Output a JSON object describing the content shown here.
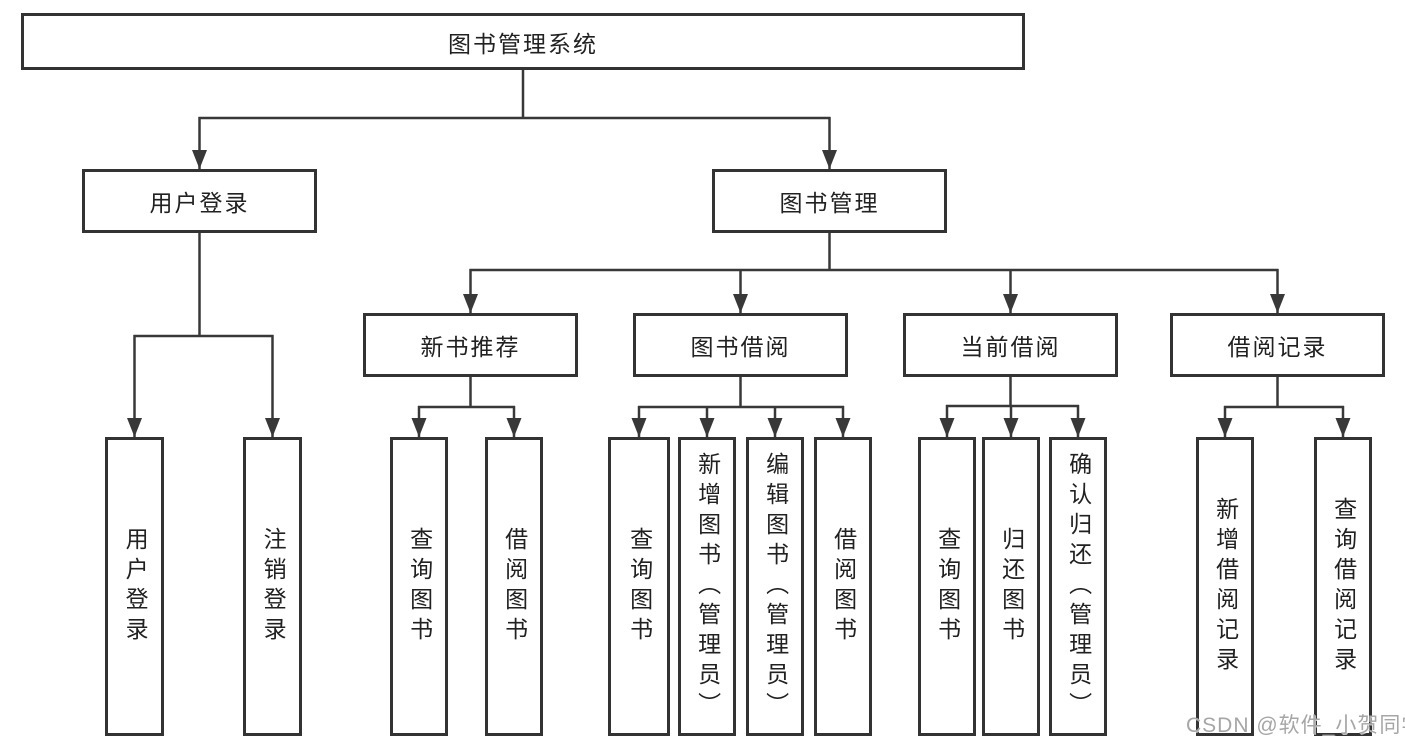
{
  "root": {
    "label": "图书管理系统"
  },
  "branches": [
    {
      "label": "用户登录",
      "children": [
        "用户登录",
        "注销登录"
      ]
    },
    {
      "label": "图书管理",
      "sections": [
        {
          "label": "新书推荐",
          "children": [
            "查询图书",
            "借阅图书"
          ]
        },
        {
          "label": "图书借阅",
          "children": [
            "查询图书",
            "新增图书（管理员）",
            "编辑图书（管理员）",
            "借阅图书"
          ]
        },
        {
          "label": "当前借阅",
          "children": [
            "查询图书",
            "归还图书",
            "确认归还（管理员）"
          ]
        },
        {
          "label": "借阅记录",
          "children": [
            "新增借阅记录",
            "查询借阅记录"
          ]
        }
      ]
    }
  ],
  "watermark": {
    "text": "CSDN @软件_小贺同学"
  },
  "colors": {
    "line": "#383838",
    "border": "#333333",
    "text": "#212121",
    "watermark": "#a6a6a6",
    "background": "#ffffff"
  }
}
